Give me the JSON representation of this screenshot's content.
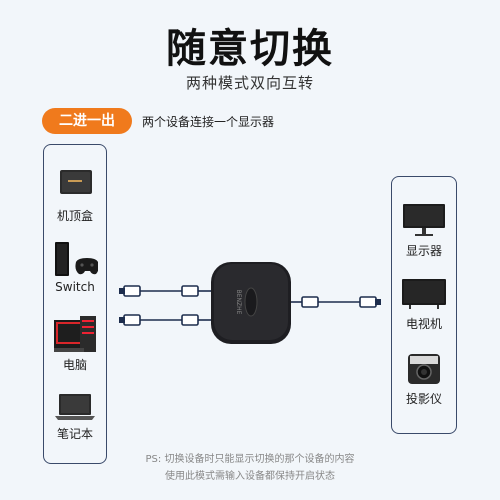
{
  "header": {
    "title": "随意切换",
    "subtitle": "两种模式双向互转"
  },
  "mode": {
    "label": "二进一出",
    "description": "两个设备连接一个显示器",
    "accent_color": "#f07a1c"
  },
  "inputs": [
    {
      "label": "机顶盒",
      "icon": "set-top-box-icon"
    },
    {
      "label": "Switch",
      "icon": "game-console-icon"
    },
    {
      "label": "电脑",
      "icon": "desktop-pc-icon"
    },
    {
      "label": "笔记本",
      "icon": "laptop-icon"
    }
  ],
  "outputs": [
    {
      "label": "显示器",
      "icon": "monitor-icon"
    },
    {
      "label": "电视机",
      "icon": "tv-icon"
    },
    {
      "label": "投影仪",
      "icon": "projector-icon"
    }
  ],
  "switch_device": {
    "brand": "BENZHE"
  },
  "footer": {
    "line1": "PS: 切换设备时只能显示切换的那个设备的内容",
    "line2": "使用此模式需输入设备都保持开启状态"
  }
}
